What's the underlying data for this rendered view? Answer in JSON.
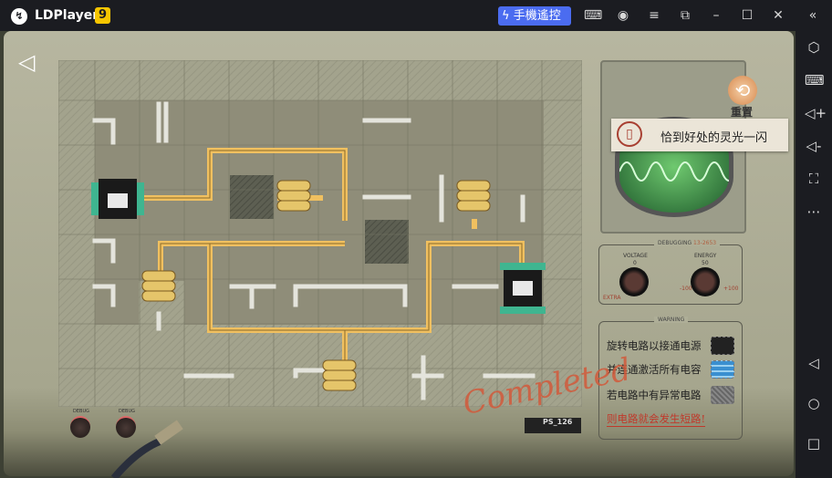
{
  "titlebar": {
    "app_name": "LDPlayer",
    "version_badge": "9",
    "remote_button": "手機遙控",
    "icons": [
      "gamepad-icon",
      "account-icon",
      "menu-icon",
      "screenshot-icon",
      "minimize-icon",
      "maximize-icon",
      "close-icon",
      "collapse-sidebar-icon"
    ]
  },
  "sidebar": {
    "icons": [
      "settings-icon",
      "keyboard-icon",
      "volume-up-icon",
      "volume-down-icon",
      "resize-icon",
      "more-icon",
      "back-icon",
      "home-icon",
      "recent-apps-icon"
    ]
  },
  "game": {
    "reset_label": "重置",
    "toast_text": "恰到好处的灵光一闪",
    "debugging": {
      "title": "DEBUGGING",
      "code": "13-2653",
      "voltage_label": "VOLTAGE",
      "voltage_zero": "0",
      "energy_label": "ENERGY",
      "energy_top": "50",
      "energy_min": "-100",
      "energy_max": "+100",
      "extra_label": "EXTRA"
    },
    "warning": {
      "title": "WARNING",
      "lines": [
        "旋转电路以接通电源",
        "并连通激活所有电容",
        "若电路中有异常电路",
        "则电路就会发生短路!"
      ]
    },
    "debug_buttons": [
      "DEBUG",
      "DEBUG"
    ],
    "model_badge": "PS_126",
    "completed_stamp": "Completed",
    "colors": {
      "wire": "#f0c060",
      "accent": "#4b6cf0"
    }
  }
}
